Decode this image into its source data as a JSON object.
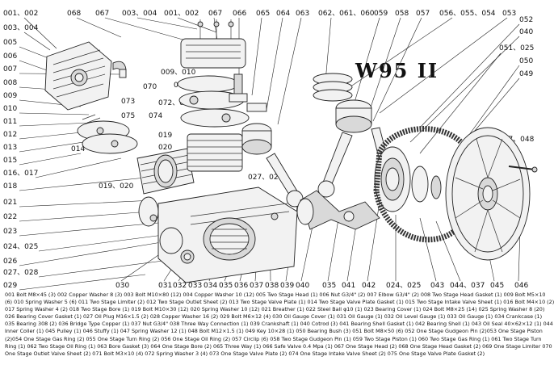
{
  "model_title": "W95 II",
  "callouts": {
    "c001_002": "001、002",
    "c068": "068",
    "c067": "067",
    "c003_004_top": "003、004",
    "c001_002_top": "001、002",
    "c067b": "067",
    "c066": "066",
    "c065": "065",
    "c064": "064",
    "c063": "063",
    "c062_061_060": "062、061、060",
    "c059": "059",
    "c058": "058",
    "c057": "057",
    "c056_055_054": "056、055、054",
    "c053": "053",
    "c052": "052",
    "c040": "040",
    "c051_025": "051、025",
    "c050": "050",
    "c049": "049",
    "c003_004_left": "003、004",
    "c005": "005",
    "c006": "006",
    "c007": "007",
    "c008": "008",
    "c009": "009",
    "c010": "010",
    "c011": "011",
    "c012": "012",
    "c013": "013",
    "c014": "014",
    "c015": "015",
    "c016_017": "016、017",
    "c018": "018",
    "c021": "021",
    "c022": "022",
    "c023": "023",
    "c024_025": "024、025",
    "c026": "026",
    "c027_028": "027、028",
    "c029": "029",
    "c009_010": "009、010",
    "c069": "069",
    "c070": "070",
    "c073": "073",
    "c072_071": "072、071",
    "c075": "075",
    "c074": "074",
    "c019": "019",
    "c020": "020",
    "c019_020": "019、020",
    "c027_028_mid": "027、028",
    "c047_048": "047、048",
    "c030": "030",
    "c031": "031",
    "c032": "032",
    "c033": "033",
    "c034": "034",
    "c035": "035",
    "c036": "036",
    "c037": "037",
    "c038": "038",
    "c039": "039",
    "c040b": "040",
    "c035b": "035",
    "c041": "041",
    "c042": "042",
    "c024_025b": "024、025",
    "c043": "043",
    "c044_037": "044、037",
    "c045": "045",
    "c046": "046"
  },
  "legend": [
    "001 Bolt M8×45 (3) 002 Copper Washer 8 (3) 003 Bolt M10×80 (12) 004 Copper Washer 10 (12) 005 Two Stage Head (1) 006 Nut G3/4\" (2) 007 Elbow G3/4\" (2) 008 Two Stage Head Gasket (1) 009 Bolt M5×10",
    "(6) 010 Spring Washer 5 (6) 011 Two Stage Limiter (2) 012 Two Stage Outlet Sheet (2) 013 Two Stage Valve Plate (1) 014 Two Stage Valve Plate Gasket (1) 015 Two Stage Intake Valve Sheet (1) 016 Bolt M4×10 (2)",
    "017 Spring Washer 4 (2) 018 Two Stage Bore (1) 019 Bolt M10×30 (12) 020 Spring Washer 10 (12) 021 Breather (1) 022 Steel Ball φ10 (1) 023 Bearing Cover (1) 024 Bolt M8×25 (14) 025 Spring Washer 8 (20)",
    "026 Bearing Cover Gasket (1) 027 Oil Plug M16×1.5 (2) 028 Copper Washer 16 (2) 029 Bolt M6×12 (4) 030 Oil Gauge Cover (1) 031 Oil Gauge (1) 032 Oil Level Gauge (1) 033 Oil Gauge (1) 034 Crankcase (1)",
    "035 Bearing 308 (2) 036 Bridge Type Copper (1) 037 Nut G3/4\" 038 Three Way Connection (1) 039 Crankshaft (1) 040 Cotrod (3) 041 Bearing Shell Gasket (1) 042 Bearing Shell (1) 043 Oil Seal 40×62×12 (1) 044",
    "Inner Coller (1) 045 Pulley (1) 046 Stuffy (1) 047 Spring Washer 12 (1) 048 Bolt M12×1.5 (1) 049 Key 10×28 (1) 050 Bearing Bush (3) 051 Bolt M8×50 (6) 052 One Stage Gudgeon Pin (2)053 One Stage Piston",
    "(2)054 One Stage Gas Ring (2) 055 One Stage Turn Ring (2) 056 One Stage Oil Ring (2) 057 Circlip (6) 058 Two Stage Gudgeon Pin (1) 059 Two Stage Piston (1) 060 Two Stage Gas Ring (1) 061 Two Stage Turn",
    "Ring (1) 062 Two Stage Oil Ring (1) 063 Bore Gasket (3) 064 One Stage Bore (2) 065 Three Way (1) 066 Safe Valve 0.4 Mpa (1) 067 One Stage Head (2) 068 One Stage Head Gasket (2) 069 One Stage Limiter 070",
    "One Stage Outlet Valve Sheet (2) 071 Bolt M3×10 (4) 072 Spring Washer 3 (4) 073 One Stage Valve Plate (2) 074 One Stage Intake Valve Sheet (2) 075 One Stage Valve Plate Gasket (2)"
  ]
}
